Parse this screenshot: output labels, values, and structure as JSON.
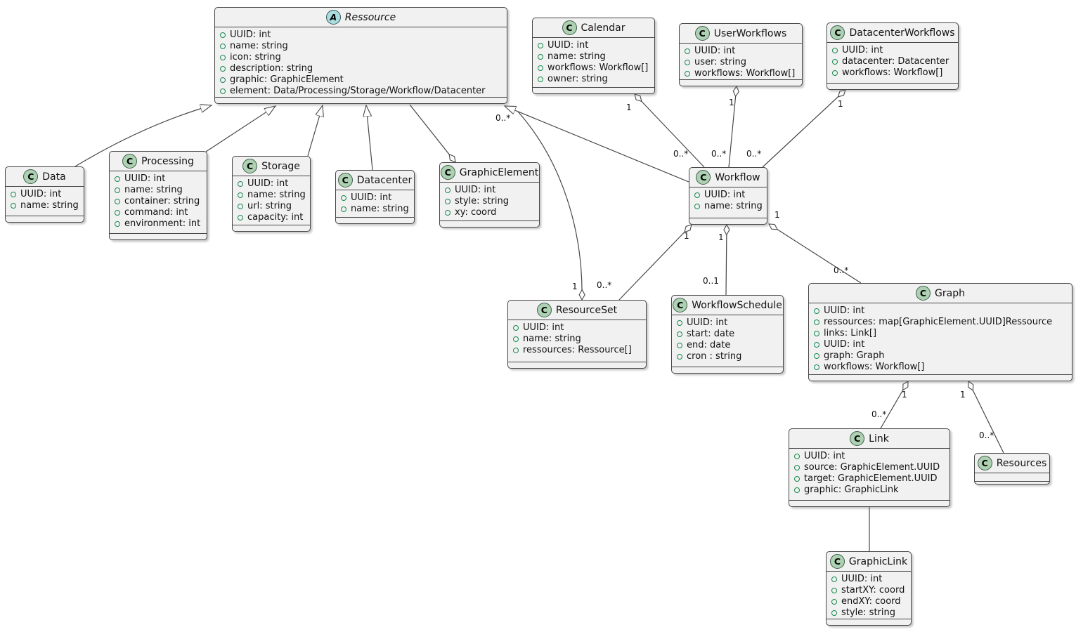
{
  "diagram_type": "uml-class-diagram",
  "colors": {
    "background": "#FFFFFF",
    "box_fill": "#F1F1F1",
    "box_border": "#454645",
    "class_icon_fill": "#ADD1B2",
    "abstract_icon_fill": "#A9DCDF",
    "field_icon_green": "#168A4E",
    "edge_color": "#454645"
  },
  "classes": {
    "ressource": {
      "icon_letter": "A",
      "name": "Ressource",
      "attributes": [
        "UUID: int",
        "name: string",
        "icon: string",
        "description: string",
        "graphic: GraphicElement",
        "element: Data/Processing/Storage/Workflow/Datacenter"
      ]
    },
    "calendar": {
      "icon_letter": "C",
      "name": "Calendar",
      "attributes": [
        "UUID: int",
        "name: string",
        "workflows: Workflow[]",
        "owner: string"
      ]
    },
    "userworkflows": {
      "icon_letter": "C",
      "name": "UserWorkflows",
      "attributes": [
        "UUID: int",
        "user: string",
        "workflows: Workflow[]"
      ]
    },
    "datacenterworkflows": {
      "icon_letter": "C",
      "name": "DatacenterWorkflows",
      "attributes": [
        "UUID: int",
        "datacenter: Datacenter",
        "workflows: Workflow[]"
      ]
    },
    "data": {
      "icon_letter": "C",
      "name": "Data",
      "attributes": [
        "UUID: int",
        "name: string"
      ]
    },
    "processing": {
      "icon_letter": "C",
      "name": "Processing",
      "attributes": [
        "UUID: int",
        "name: string",
        "container: string",
        "command: int",
        "environment: int"
      ]
    },
    "storage": {
      "icon_letter": "C",
      "name": "Storage",
      "attributes": [
        "UUID: int",
        "name: string",
        "url: string",
        "capacity: int"
      ]
    },
    "datacenter": {
      "icon_letter": "C",
      "name": "Datacenter",
      "attributes": [
        "UUID: int",
        "name: string"
      ]
    },
    "graphicelement": {
      "icon_letter": "C",
      "name": "GraphicElement",
      "attributes": [
        "UUID: int",
        "style: string",
        "xy: coord"
      ]
    },
    "workflow": {
      "icon_letter": "C",
      "name": "Workflow",
      "attributes": [
        "UUID: int",
        "name: string"
      ]
    },
    "resourceset": {
      "icon_letter": "C",
      "name": "ResourceSet",
      "attributes": [
        "UUID: int",
        "name: string",
        "ressources: Ressource[]"
      ]
    },
    "workflowschedule": {
      "icon_letter": "C",
      "name": "WorkflowSchedule",
      "attributes": [
        "UUID: int",
        "start: date",
        "end: date",
        "cron : string"
      ]
    },
    "graph": {
      "icon_letter": "C",
      "name": "Graph",
      "attributes": [
        "UUID: int",
        "ressources: map[GraphicElement.UUID]Ressource",
        "links: Link[]",
        "UUID: int",
        "graph: Graph",
        "workflows: Workflow[]"
      ]
    },
    "link": {
      "icon_letter": "C",
      "name": "Link",
      "attributes": [
        "UUID: int",
        "source: GraphicElement.UUID",
        "target: GraphicElement.UUID",
        "graphic: GraphicLink"
      ]
    },
    "resources": {
      "icon_letter": "C",
      "name": "Resources",
      "attributes": []
    },
    "graphiclink": {
      "icon_letter": "C",
      "name": "GraphicLink",
      "attributes": [
        "UUID: int",
        "startXY: coord",
        "endXY: coord",
        "style: string"
      ]
    }
  },
  "edge_labels": {
    "calendar_workflow": {
      "source": "1",
      "target": "0..*"
    },
    "userworkflows_workflow": {
      "source": "1",
      "target": "0..*"
    },
    "datacenterworkflows_workflow": {
      "source": "1",
      "target": "0..*"
    },
    "resourceset_ressource": {
      "source": "1",
      "target": "0..*"
    },
    "workflow_resourceset": {
      "source": "1",
      "target": "0..*"
    },
    "workflow_workflowschedule": {
      "source": "1",
      "target": "0..1"
    },
    "workflow_graph": {
      "source": "1",
      "target": "0..*"
    },
    "graph_link": {
      "source": "1",
      "target": "0..*"
    },
    "graph_resources": {
      "source": "1",
      "target": "0..*"
    }
  }
}
